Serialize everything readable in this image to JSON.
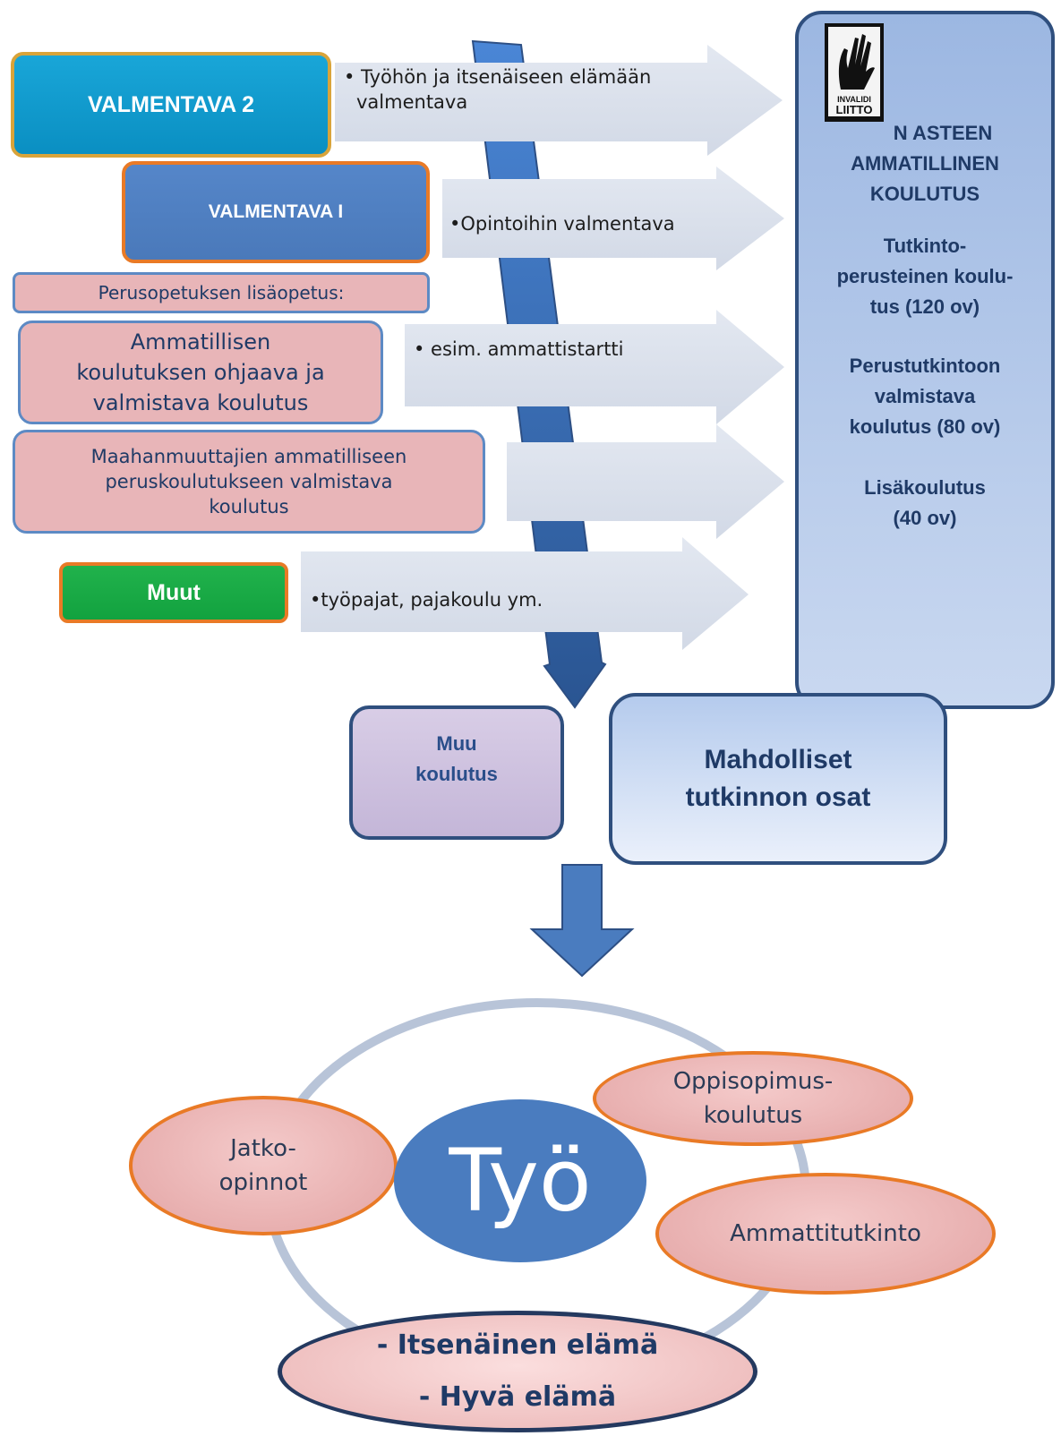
{
  "boxes": {
    "valmentava2": "VALMENTAVA 2",
    "valmentava1": "VALMENTAVA I",
    "perusopetus": "Perusopetuksen lisäopetus:",
    "ammatillisen": [
      "Ammatillisen",
      "koulutuksen ohjaava ja",
      "valmistava koulutus"
    ],
    "maahanmuuttajien": [
      "Maahanmuuttajien ammatilliseen",
      "peruskoulutukseen valmistava",
      "koulutus"
    ],
    "muut": "Muut"
  },
  "arrows": {
    "a1": [
      "• Työhön ja itsenäiseen elämään",
      "valmentava"
    ],
    "a2": "•Opintoihin valmentava",
    "a3": "•  esim. ammattistartti",
    "a5": "•työpajat, pajakoulu ym."
  },
  "right_panel": {
    "heading": [
      "N  ASTEEN",
      "AMMATILLINEN",
      "KOULUTUS"
    ],
    "item1": [
      "Tutkinto-",
      "perusteinen koulu-",
      "tus (120 ov)"
    ],
    "item2": [
      "Perustutkintoon",
      "valmistava",
      "koulutus (80 ov)"
    ],
    "item3": [
      "Lisäkoulutus",
      "(40 ov)"
    ]
  },
  "logo": [
    "INVALIDI",
    "LIITTO"
  ],
  "muu_koulutus": [
    "Muu",
    "koulutus"
  ],
  "mahdolliset": [
    "Mahdolliset",
    "tutkinnon osat"
  ],
  "cycle": {
    "center": "Työ",
    "jatko": [
      "Jatko-",
      "opinnot"
    ],
    "oppisopimus": [
      "Oppisopimus-",
      "koulutus"
    ],
    "ammattitutkinto": "Ammattitutkinto",
    "bottom": [
      "- Itsenäinen elämä",
      "- Hyvä elämä"
    ]
  },
  "colors": {
    "accent_blue": "#4a7cbf",
    "orange_border": "#e97a26",
    "pink": "#e8b5b8",
    "green": "#12a23f",
    "arrow_gray": "#dde3ee"
  }
}
